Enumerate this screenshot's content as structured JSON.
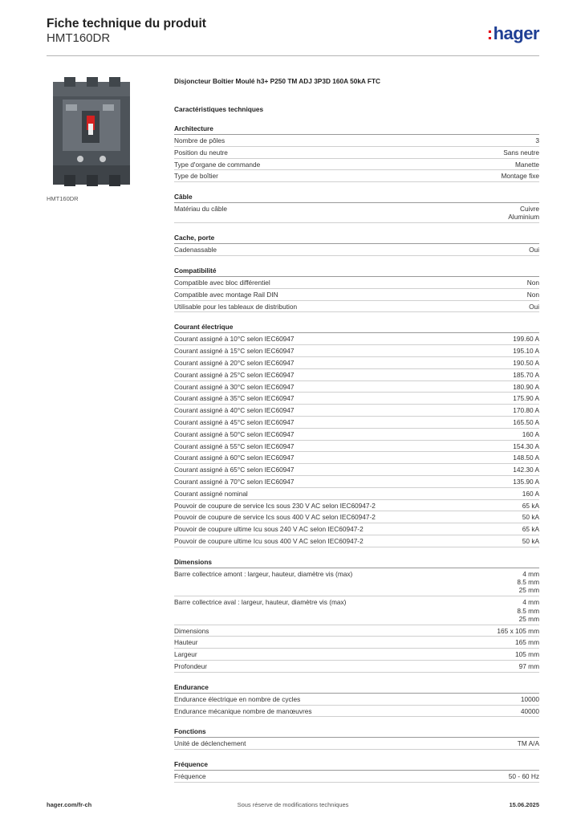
{
  "header": {
    "title": "Fiche technique du produit",
    "subtitle": "HMT160DR",
    "logo": ":hager",
    "logo_colors": {
      "brand": "#1f3f94",
      "accent": "#e30613"
    }
  },
  "image": {
    "caption": "HMT160DR"
  },
  "product_name": "Disjoncteur Boîtier Moulé h3+ P250 TM ADJ 3P3D 160A 50kA FTC",
  "spec_title": "Caractéristiques techniques",
  "sections": [
    {
      "title": "Architecture",
      "rows": [
        {
          "label": "Nombre de pôles",
          "values": [
            "3"
          ]
        },
        {
          "label": "Position du neutre",
          "values": [
            "Sans neutre"
          ]
        },
        {
          "label": "Type d'organe de commande",
          "values": [
            "Manette"
          ]
        },
        {
          "label": "Type de boîtier",
          "values": [
            "Montage fixe"
          ]
        }
      ]
    },
    {
      "title": "Câble",
      "rows": [
        {
          "label": "Matériau du câble",
          "values": [
            "Cuivre",
            "Aluminium"
          ]
        }
      ]
    },
    {
      "title": "Cache, porte",
      "rows": [
        {
          "label": "Cadenassable",
          "values": [
            "Oui"
          ]
        }
      ]
    },
    {
      "title": "Compatibilité",
      "rows": [
        {
          "label": "Compatible avec bloc différentiel",
          "values": [
            "Non"
          ]
        },
        {
          "label": "Compatible avec montage Rail DIN",
          "values": [
            "Non"
          ]
        },
        {
          "label": "Utilisable pour les tableaux de distribution",
          "values": [
            "Oui"
          ]
        }
      ]
    },
    {
      "title": "Courant électrique",
      "rows": [
        {
          "label": "Courant assigné à 10°C selon IEC60947",
          "values": [
            "199.60 A"
          ]
        },
        {
          "label": "Courant assigné à 15°C selon IEC60947",
          "values": [
            "195.10 A"
          ]
        },
        {
          "label": "Courant assigné à 20°C selon IEC60947",
          "values": [
            "190.50 A"
          ]
        },
        {
          "label": "Courant assigné à 25°C selon IEC60947",
          "values": [
            "185.70 A"
          ]
        },
        {
          "label": "Courant assigné à 30°C selon IEC60947",
          "values": [
            "180.90 A"
          ]
        },
        {
          "label": "Courant assigné à 35°C selon IEC60947",
          "values": [
            "175.90 A"
          ]
        },
        {
          "label": "Courant assigné à 40°C selon IEC60947",
          "values": [
            "170.80 A"
          ]
        },
        {
          "label": "Courant assigné à 45°C selon IEC60947",
          "values": [
            "165.50 A"
          ]
        },
        {
          "label": "Courant assigné à 50°C selon IEC60947",
          "values": [
            "160 A"
          ]
        },
        {
          "label": "Courant assigné à 55°C selon IEC60947",
          "values": [
            "154.30 A"
          ]
        },
        {
          "label": "Courant assigné à 60°C selon IEC60947",
          "values": [
            "148.50 A"
          ]
        },
        {
          "label": "Courant assigné à 65°C selon IEC60947",
          "values": [
            "142.30 A"
          ]
        },
        {
          "label": "Courant assigné à 70°C selon IEC60947",
          "values": [
            "135.90 A"
          ]
        },
        {
          "label": "Courant assigné nominal",
          "values": [
            "160 A"
          ]
        },
        {
          "label": "Pouvoir de coupure de service Ics sous 230 V AC selon IEC60947-2",
          "values": [
            "65 kA"
          ]
        },
        {
          "label": "Pouvoir de coupure de service Ics sous 400 V AC selon IEC60947-2",
          "values": [
            "50 kA"
          ]
        },
        {
          "label": "Pouvoir de coupure ultime Icu sous 240 V AC selon IEC60947-2",
          "values": [
            "65 kA"
          ]
        },
        {
          "label": "Pouvoir de coupure ultime Icu sous 400 V AC selon IEC60947-2",
          "values": [
            "50 kA"
          ]
        }
      ]
    },
    {
      "title": "Dimensions",
      "rows": [
        {
          "label": "Barre collectrice amont : largeur, hauteur, diamètre vis (max)",
          "values": [
            "4 mm",
            "8.5 mm",
            "25 mm"
          ]
        },
        {
          "label": "Barre collectrice aval : largeur, hauteur, diamètre vis (max)",
          "values": [
            "4 mm",
            "8.5 mm",
            "25 mm"
          ]
        },
        {
          "label": "Dimensions",
          "values": [
            "165 x 105 mm"
          ]
        },
        {
          "label": "Hauteur",
          "values": [
            "165 mm"
          ]
        },
        {
          "label": "Largeur",
          "values": [
            "105 mm"
          ]
        },
        {
          "label": "Profondeur",
          "values": [
            "97 mm"
          ]
        }
      ]
    },
    {
      "title": "Endurance",
      "rows": [
        {
          "label": "Endurance électrique en nombre de cycles",
          "values": [
            "10000"
          ]
        },
        {
          "label": "Endurance mécanique nombre de manœuvres",
          "values": [
            "40000"
          ]
        }
      ]
    },
    {
      "title": "Fonctions",
      "rows": [
        {
          "label": "Unité de déclenchement",
          "values": [
            "TM A/A"
          ]
        }
      ]
    },
    {
      "title": "Fréquence",
      "rows": [
        {
          "label": "Fréquence",
          "values": [
            "50 - 60 Hz"
          ]
        }
      ]
    }
  ],
  "footer": {
    "left": "hager.com/fr-ch",
    "center": "Sous réserve de modifications techniques",
    "right": "15.06.2025"
  }
}
